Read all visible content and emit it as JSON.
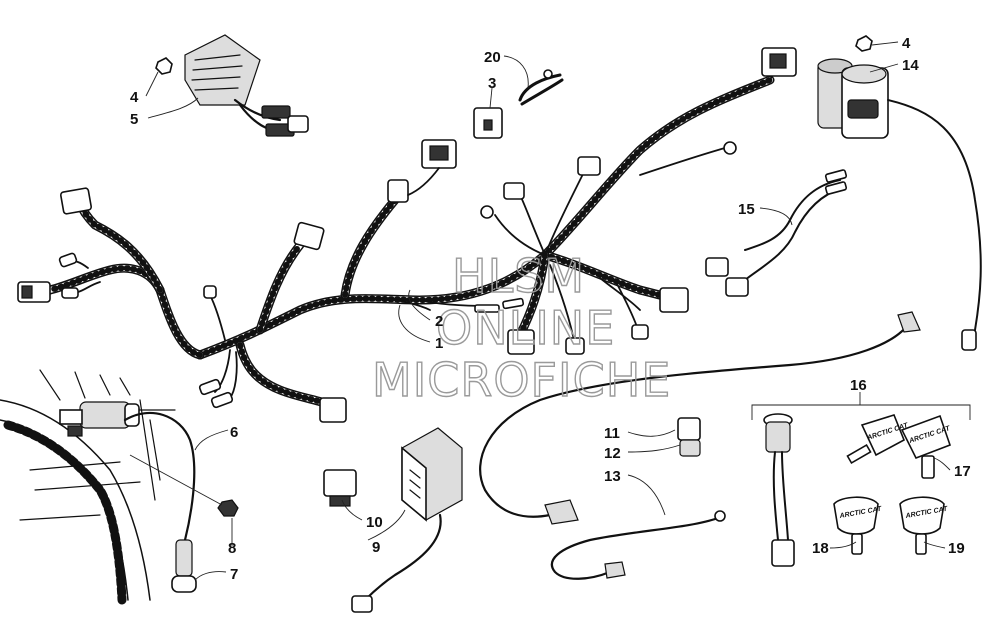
{
  "watermark": {
    "line1": "HLSM",
    "line2": "ONLINE",
    "line3": "MICROFICHE"
  },
  "callouts": [
    {
      "id": "c1",
      "label": "1"
    },
    {
      "id": "c2",
      "label": "2"
    },
    {
      "id": "c3",
      "label": "3"
    },
    {
      "id": "c4a",
      "label": "4"
    },
    {
      "id": "c4b",
      "label": "4"
    },
    {
      "id": "c5",
      "label": "5"
    },
    {
      "id": "c6",
      "label": "6"
    },
    {
      "id": "c7",
      "label": "7"
    },
    {
      "id": "c8",
      "label": "8"
    },
    {
      "id": "c9",
      "label": "9"
    },
    {
      "id": "c10",
      "label": "10"
    },
    {
      "id": "c11",
      "label": "11"
    },
    {
      "id": "c12",
      "label": "12"
    },
    {
      "id": "c13",
      "label": "13"
    },
    {
      "id": "c14",
      "label": "14"
    },
    {
      "id": "c15",
      "label": "15"
    },
    {
      "id": "c16",
      "label": "16"
    },
    {
      "id": "c17",
      "label": "17"
    },
    {
      "id": "c18",
      "label": "18"
    },
    {
      "id": "c19",
      "label": "19"
    },
    {
      "id": "c20",
      "label": "20"
    }
  ],
  "key_brand": "ARCTIC CAT"
}
